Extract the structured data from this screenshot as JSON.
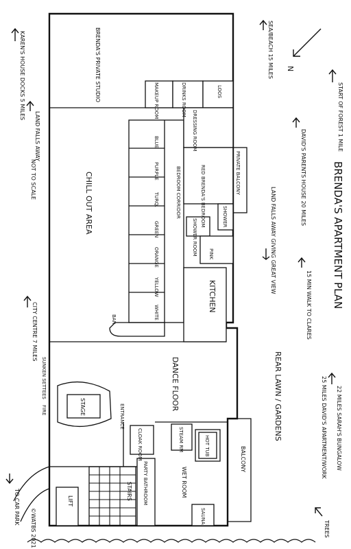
{
  "title": "BRENDA'S APARTMENT PLAN",
  "scale_note": "NOT TO SCALE",
  "signature": "©WATBS 2021",
  "rooms": {
    "studio": "BRENDA'S PRIVATE STUDIO",
    "chill_out": "CHILL OUT AREA",
    "dance_floor": "DANCE FLOOR",
    "kitchen": "KITCHEN",
    "private_balcony": "PRIVATE BALCONY",
    "balcony": "BALCONY",
    "rear_lawn": "REAR LAWN / GARDENS",
    "wet_room": "WET ROOM",
    "hot_tub": "HOT TUB",
    "sauna": "SAUNA",
    "steam_room": "STEAM RM",
    "party_bathroom": "PARTY BATHROOM",
    "stairs": "STAIRS",
    "lift": "LIFT",
    "stage": "STAGE",
    "bar": "BAR",
    "cloak_room": "CLOAK ROOM",
    "entrance": "ENTRANCE",
    "dressing_room": "DRESSING ROOM",
    "makeup_room": "MAKEUP ROOM",
    "drinks_room": "DRINKS ROOM",
    "loos": "LOOS",
    "shower": "SHOWER",
    "shower_room": "SHOWER ROOM",
    "pink": "PINK",
    "red_bedroom": "RED BRENDA'S BEDROOM",
    "bedroom_corridor": "BEDROOM CORRIDOR",
    "sunken_settees": "SUNKEN SETTEES",
    "fire": "FIRE"
  },
  "bedrooms": [
    "BLUE",
    "PURPLE",
    "TURQ.",
    "GREEN",
    "ORANGE",
    "YELLOW",
    "WHITE"
  ],
  "annotations": {
    "karens_house": "KAREN'S HOUSE DOCKS 5 MILES",
    "land_falls_left": "LAND FALLS AWAY",
    "city_centre": "CITY CENTRE 7 MILES",
    "car_park": "TO CAR PARK",
    "sea": "SEA/BEACH 15 MILES",
    "forest": "START OF FOREST 1 MILE",
    "north": "N",
    "davids_parents": "DAVID'S PARENTS HOUSE 20 MILES",
    "land_falls_right": "LAND FALLS AWAY GIVING GREAT VIEW",
    "walk": "15 MIN WALK TO CLARES",
    "sarah": "22 MILES SARAH'S BUNGALOW",
    "david_work": "25 MILES DAVID'S APARTMENT/WORK",
    "trees": "TREES"
  }
}
